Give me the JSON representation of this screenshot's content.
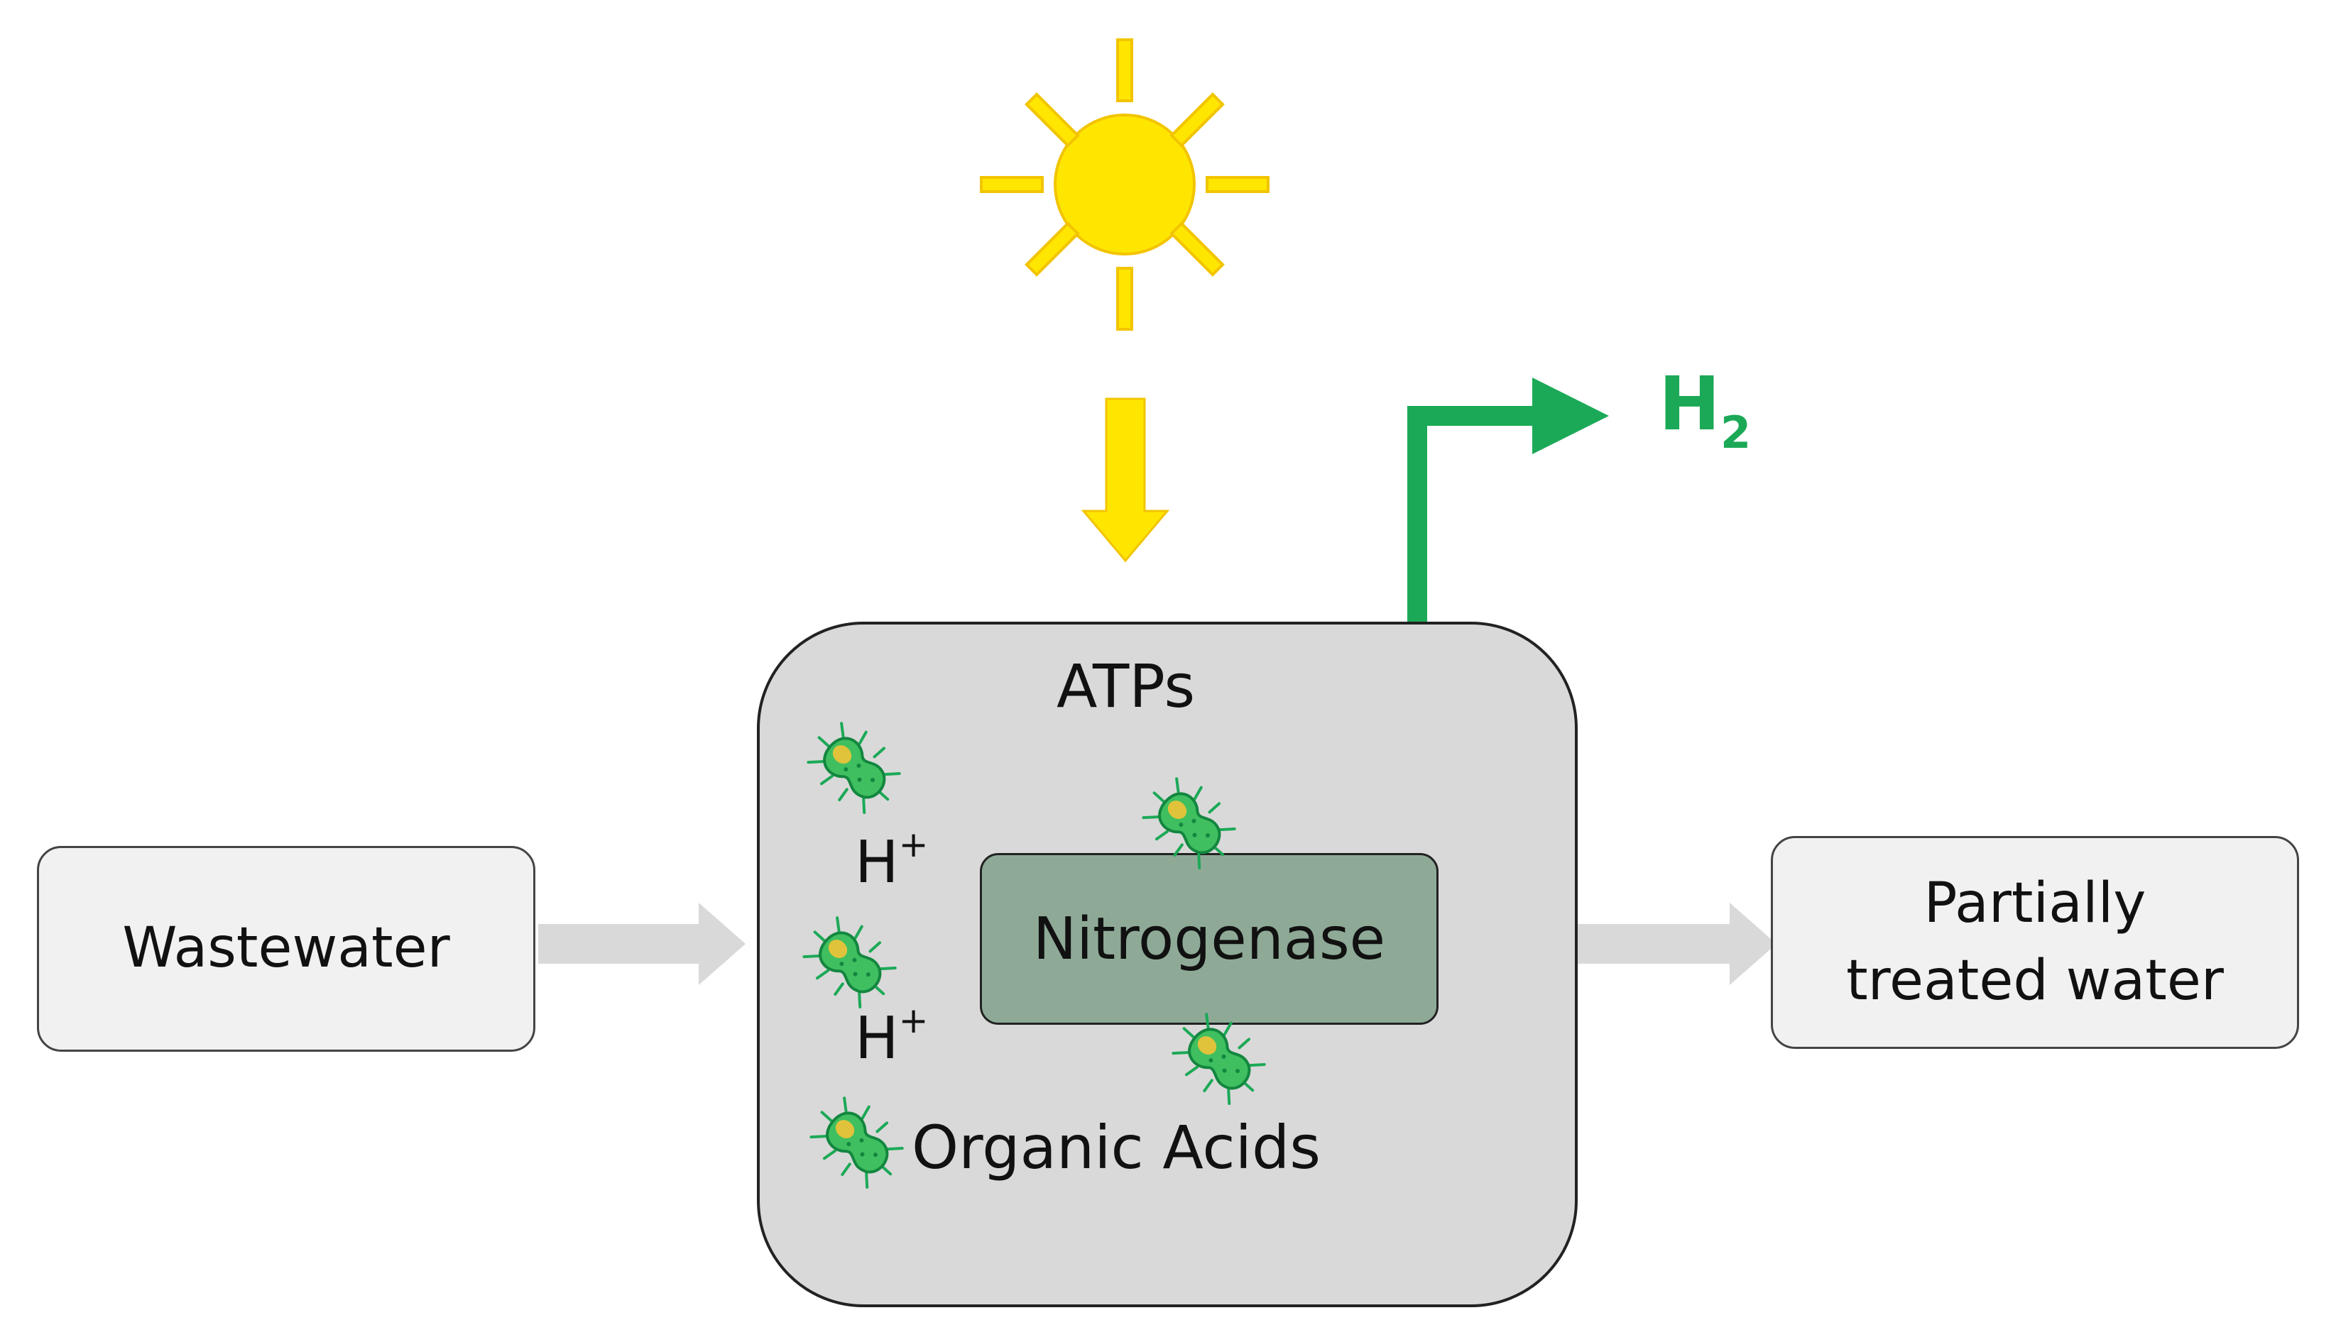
{
  "colors": {
    "sun": "#ffe600",
    "sun_stroke": "#f2c400",
    "light_arrow": "#ffe600",
    "hydrogen": "#1ca957",
    "flow_arrow": "#d9d9d9",
    "reactor_fill": "#d9d9d9",
    "enzyme_fill": "#8eaa97",
    "bacteria_body": "#3fbf5f",
    "bacteria_spot": "#e0c33a"
  },
  "icons": {
    "sun": "sun-icon",
    "bacteria": "bacteria-icon"
  },
  "input": {
    "label": "Wastewater"
  },
  "reactor": {
    "title": "ATPs",
    "protons": [
      "H",
      "H"
    ],
    "proton_charge": "+",
    "enzyme": "Nitrogenase",
    "substrate": "Organic Acids"
  },
  "output": {
    "label_line1": "Partially",
    "label_line2": "treated water"
  },
  "product": {
    "symbol": "H",
    "subscript": "2"
  }
}
